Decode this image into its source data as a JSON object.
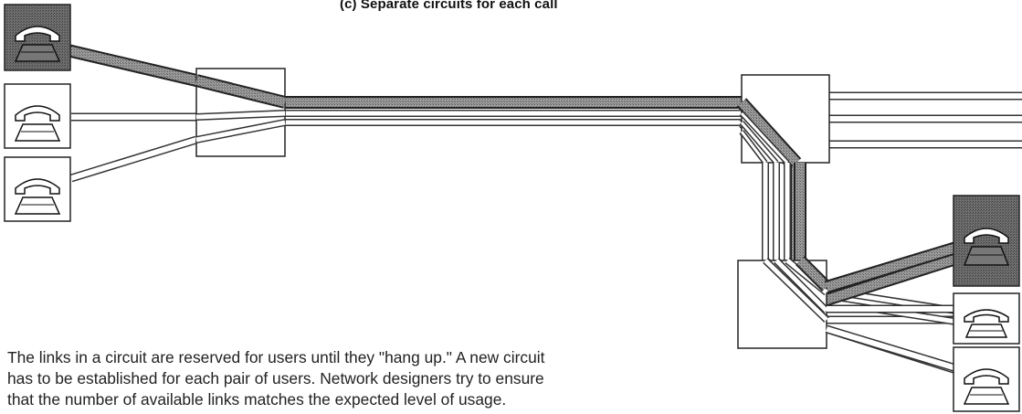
{
  "title": "(c) Separate circuits for each call",
  "caption": {
    "line1": "The links in a circuit are reserved for users until they \"hang up.\"  A new circuit",
    "line2": "has to be established for each pair of users. Network designers try to ensure",
    "line3": "that the number of available links matches the expected level of usage."
  },
  "icons": {
    "telephone": "telephone-icon",
    "switch": "switch-box"
  },
  "colors": {
    "active_circuit": "#7d7d7d",
    "active_user": "#555555",
    "idle_link": "#ffffff",
    "outline": "#333333"
  }
}
